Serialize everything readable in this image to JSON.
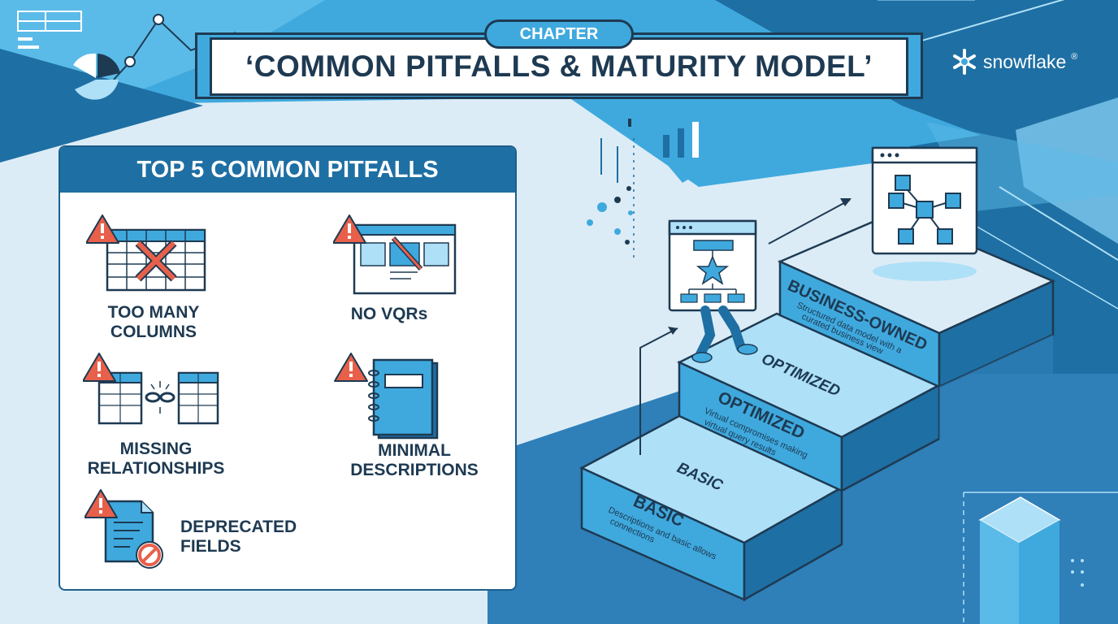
{
  "header": {
    "chapter_label": "CHAPTER",
    "title": "‘COMMON PITFALLS & MATURITY MODEL’",
    "brand_name": "snowflake",
    "brand_mark": "®"
  },
  "pitfalls_panel": {
    "title": "TOP 5 COMMON PITFALLS",
    "items": [
      {
        "label_line1": "TOO MANY",
        "label_line2": "COLUMNS",
        "icon": "spreadsheet-cross-icon"
      },
      {
        "label_line1": "NO VQRs",
        "label_line2": "",
        "icon": "browser-slash-icon"
      },
      {
        "label_line1": "MISSING",
        "label_line2": "RELATIONSHIPS",
        "icon": "broken-link-icon"
      },
      {
        "label_line1": "MINIMAL",
        "label_line2": "DESCRIPTIONS",
        "icon": "notebook-icon"
      },
      {
        "label_line1": "DEPRECATED",
        "label_line2": "FIELDS",
        "icon": "document-prohibited-icon"
      }
    ]
  },
  "maturity_steps": {
    "basic": {
      "label": "BASIC",
      "face_label": "BASIC",
      "description_line1": "Descriptions and basic allows",
      "description_line2": "connections"
    },
    "optimized": {
      "label": "OPTIMIZED",
      "face_label": "OPTIMIZED",
      "description_line1": "Virtual compromises making",
      "description_line2": "virtual query results"
    },
    "business_owned": {
      "label": "BUSINESS-OWNED",
      "description_line1": "Structured data model with a",
      "description_line2": "curated business view"
    }
  },
  "colors": {
    "navy": "#1e3a52",
    "brand_blue": "#3fa9de",
    "mid_blue": "#2f7fb8",
    "light_blue": "#dcecf6",
    "warning_red": "#e8604a",
    "white": "#ffffff"
  }
}
